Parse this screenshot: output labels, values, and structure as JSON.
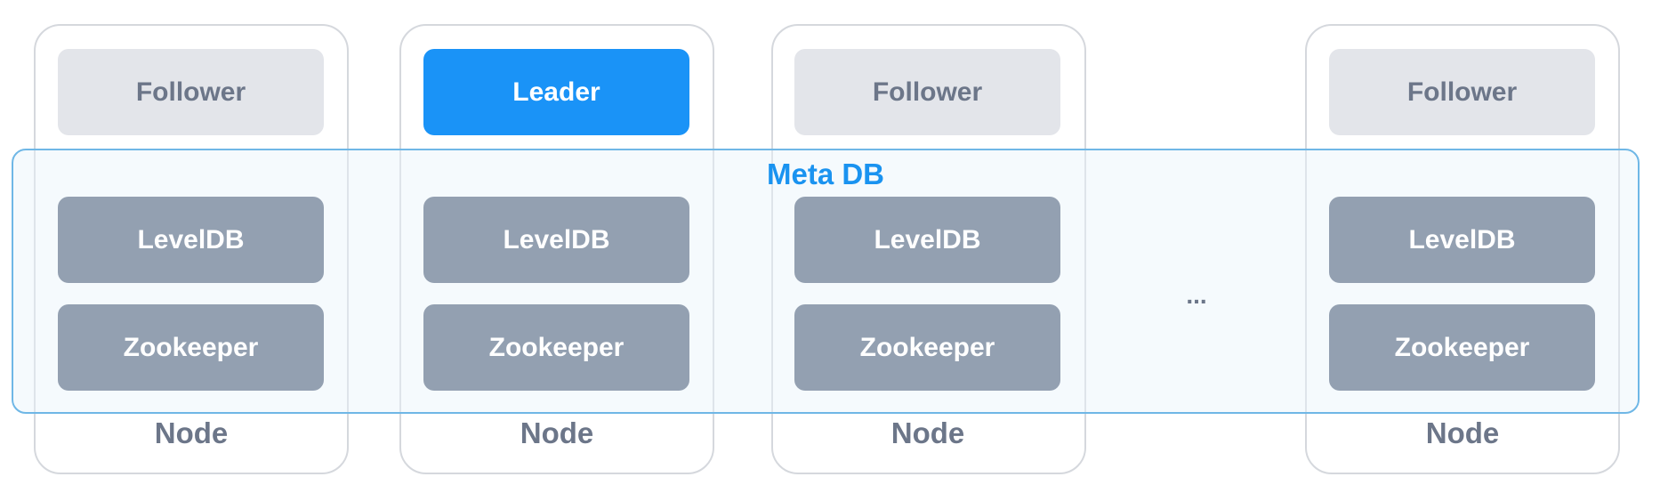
{
  "diagram": {
    "meta_db": {
      "label": "Meta DB"
    },
    "nodes": [
      {
        "role": "Follower",
        "storage": [
          "LevelDB",
          "Zookeeper"
        ],
        "label": "Node"
      },
      {
        "role": "Leader",
        "storage": [
          "LevelDB",
          "Zookeeper"
        ],
        "label": "Node"
      },
      {
        "role": "Follower",
        "storage": [
          "LevelDB",
          "Zookeeper"
        ],
        "label": "Node"
      },
      {
        "role": "Follower",
        "storage": [
          "LevelDB",
          "Zookeeper"
        ],
        "label": "Node"
      }
    ],
    "ellipsis": "...",
    "colors": {
      "leader": "#1a93f7",
      "follower": "#e3e5ea",
      "storage": "#93a0b1",
      "meta_db_border": "#6fb7e6",
      "meta_db_title": "#1a93f0",
      "node_border": "#d5d8dd",
      "text_muted": "#6c7689"
    }
  }
}
